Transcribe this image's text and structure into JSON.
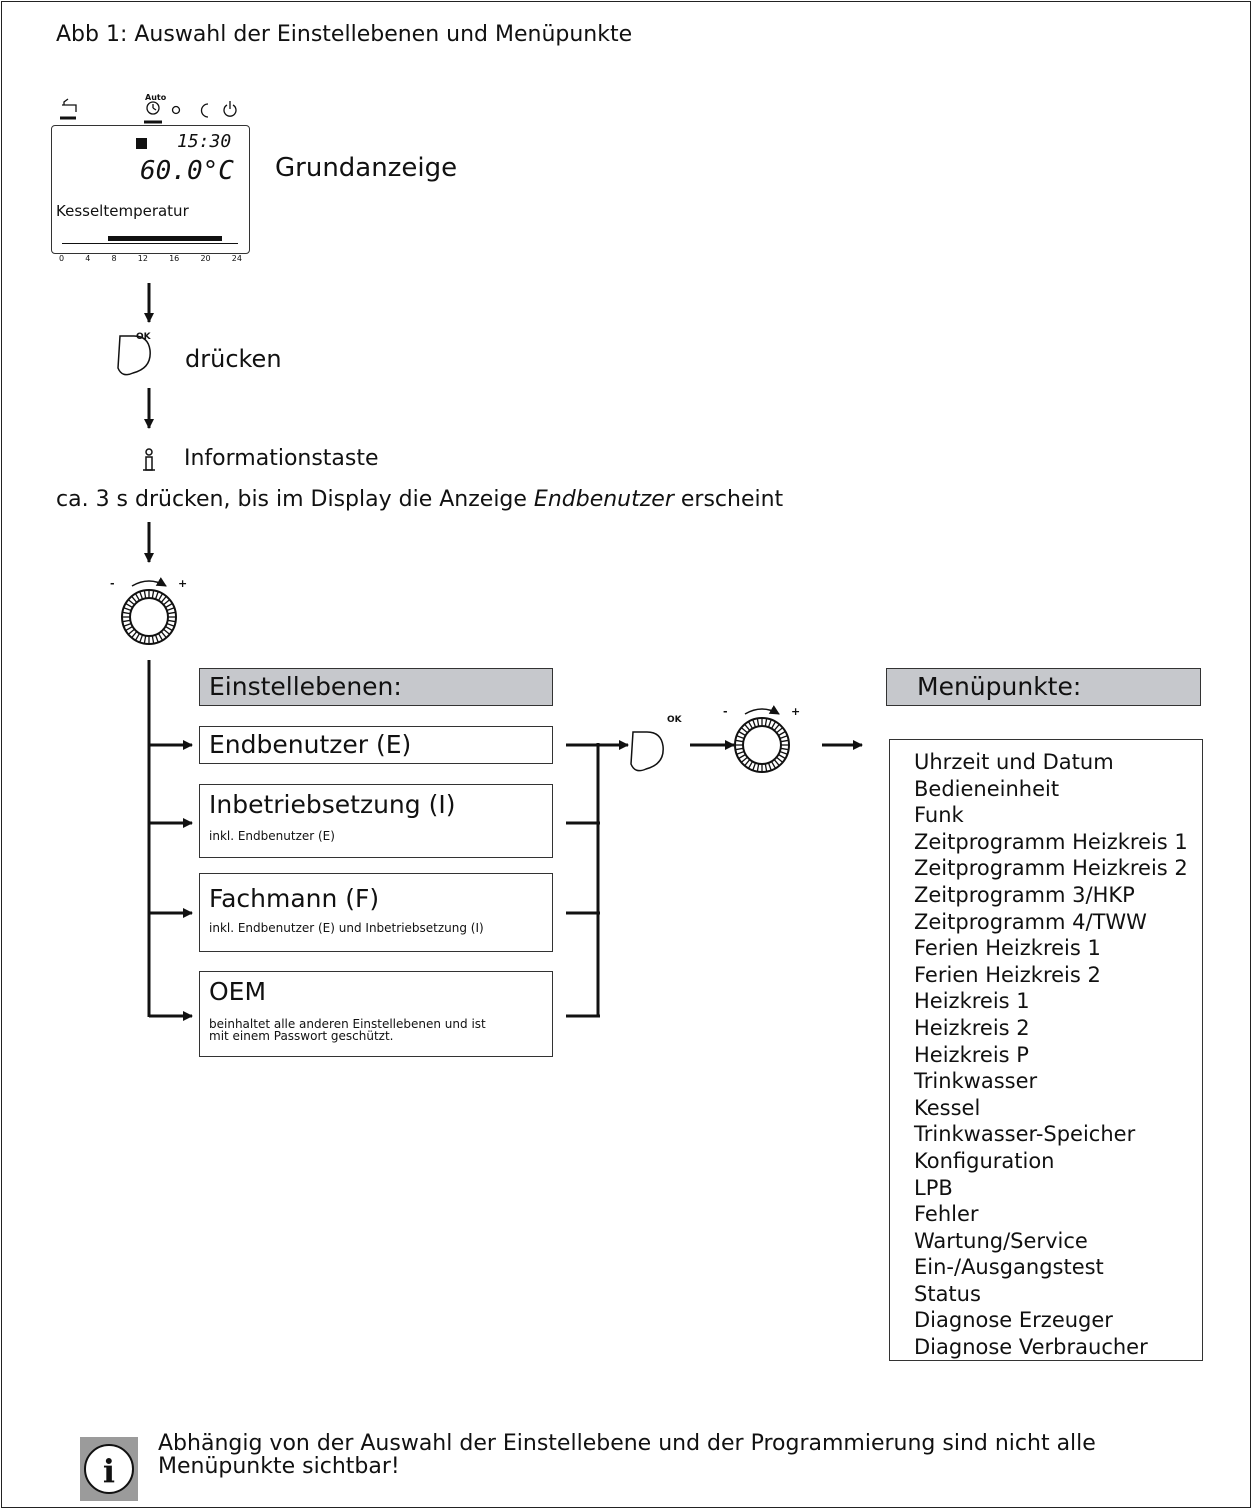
{
  "title": "Abb 1:  Auswahl der Einstellebenen und Menüpunkte",
  "display": {
    "mode_auto": "Auto",
    "time": "15:30",
    "temperature": "60.0°C",
    "label": "Kesseltemperatur",
    "scale": [
      "0",
      "4",
      "8",
      "12",
      "16",
      "20",
      "24"
    ]
  },
  "grundanzeige": "Grundanzeige",
  "ok_label": "OK",
  "step_press": "drücken",
  "info_key": "Informationstaste",
  "hold_instruction": {
    "before": "ca. 3 s drücken, bis im Display die Anzeige ",
    "emphasis": "Endbenutzer",
    "after": " erscheint"
  },
  "dial_signs": {
    "minus": "-",
    "plus": "+"
  },
  "levels_header": "Einstellebenen:",
  "levels": [
    {
      "name": "Endbenutzer (E)",
      "desc": ""
    },
    {
      "name": "Inbetriebsetzung (I)",
      "desc": "inkl. Endbenutzer (E)"
    },
    {
      "name": "Fachmann (F)",
      "desc": "inkl. Endbenutzer (E) und Inbetriebsetzung (I)"
    },
    {
      "name": "OEM",
      "desc_lines": [
        "beinhaltet alle anderen Einstellebenen und ist",
        "mit einem Passwort geschützt."
      ]
    }
  ],
  "menu_header": "Menüpunkte:",
  "menu_items": [
    "Uhrzeit und Datum",
    "Bedieneinheit",
    "Funk",
    "Zeitprogramm Heizkreis 1",
    "Zeitprogramm Heizkreis 2",
    "Zeitprogramm 3/HKP",
    "Zeitprogramm 4/TWW",
    "Ferien Heizkreis 1",
    "Ferien Heizkreis 2",
    "Heizkreis 1",
    "Heizkreis 2",
    "Heizkreis P",
    "Trinkwasser",
    "Kessel",
    "Trinkwasser-Speicher",
    "Konfiguration",
    "LPB",
    "Fehler",
    "Wartung/Service",
    "Ein-/Ausgangstest",
    "Status",
    "Diagnose Erzeuger",
    "Diagnose Verbraucher"
  ],
  "note_lines": [
    "Abhängig von der Auswahl der Einstellebene und der Programmierung sind nicht alle",
    "Menüpunkte sichtbar!"
  ],
  "note_icon_letter": "i"
}
